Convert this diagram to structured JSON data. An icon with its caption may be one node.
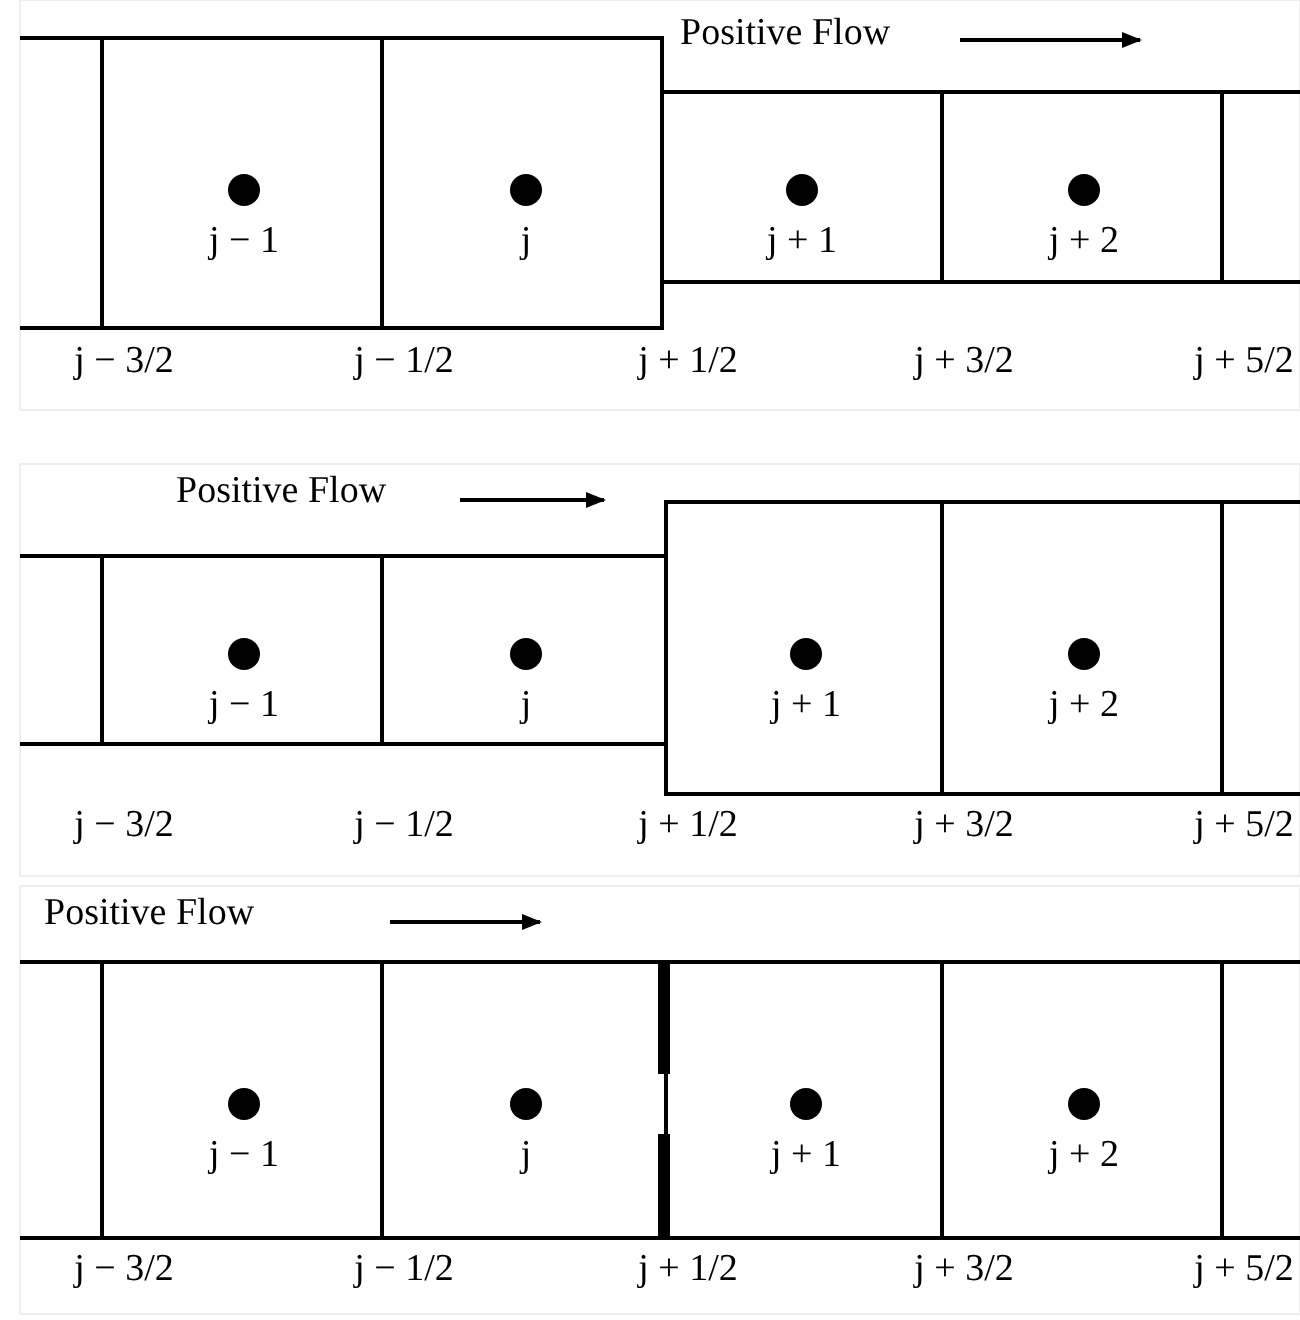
{
  "diagram": {
    "nodes": [
      {
        "text": [],
        "shape": "box"
      },
      {
        "text": [
          "j − 1"
        ]
      },
      {
        "text": [
          "j"
        ]
      },
      {
        "text": [
          "j + 1"
        ]
      },
      {
        "text": [
          "j + 2"
        ]
      },
      {
        "text": [],
        "shape": "box"
      },
      {
        "text": [],
        "shape": "box"
      },
      {
        "text": [
          "j − 1"
        ]
      },
      {
        "text": [
          "j"
        ]
      },
      {
        "text": [
          "j + 1"
        ]
      },
      {
        "text": [
          "j + 2"
        ]
      },
      {
        "text": [],
        "shape": "box"
      },
      {
        "text": [],
        "shape": "box"
      },
      {
        "text": [
          "j − 1"
        ]
      },
      {
        "text": [
          "j"
        ]
      },
      {
        "text": [
          "j + 1"
        ]
      },
      {
        "text": [
          "j + 2"
        ]
      },
      {
        "text": [],
        "shape": "box"
      }
    ],
    "labels": [
      "Positive Flow",
      "j − 3/2",
      "j − 1/2",
      "j + 1/2",
      "j + 3/2",
      "j + 5/2",
      "Positive Flow",
      "j − 3/2",
      "j − 1/2",
      "j + 1/2",
      "j + 3/2",
      "j + 5/2",
      "Positive Flow",
      "j − 3/2",
      "j − 1/2",
      "j + 1/2",
      "j + 3/2",
      "j + 5/2"
    ]
  }
}
